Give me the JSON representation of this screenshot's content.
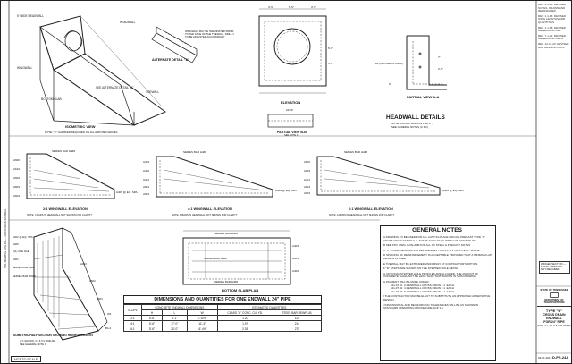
{
  "isometric": {
    "label": "ISOMETRIC VIEW",
    "note": "NOTE: \"C\" CHAMFER REQUIRED ON ALL EXPOSED EDGES",
    "callouts": [
      "5' WIDE HEADWALL",
      "WINGWALL",
      "BOTTOM SLAB",
      "SEE ALTERNATE DETAIL \"A\"",
      "TOEWALL",
      "HEADWALL"
    ]
  },
  "alt_detail": {
    "label": "ALTERNATE DETAIL \"A\"",
    "note": "WINGWALL MAY BE TERMINATED PRIOR TO THE FACE OF THE TOEWALL, DRILL 1 TO BE ADJUSTED ACCORDINGLY"
  },
  "elevation": {
    "label": "ELEVATION",
    "dims": [
      "3'-6\"",
      "5'-6\"",
      "3'-6\"",
      "6'-0\"",
      "3'-0\"",
      "24\" Ø"
    ]
  },
  "partial_view_b": {
    "label": "PARTIAL VIEW B-B",
    "sub": "SEE NOTE 3"
  },
  "partial_view_a": {
    "label": "PARTIAL VIEW A-A",
    "callouts": [
      "#4 (CENTER IN WALL)",
      "7\"",
      "2'-6\"",
      "6\""
    ]
  },
  "headwall_details": {
    "title": "HEADWALL DETAILS",
    "lines": [
      "NOTE: INSTALL BARS AS PER 6\" - ",
      "SEE GENERAL NOTES (C & F)"
    ]
  },
  "wingwalls": [
    {
      "label": "2:1 WINGWALL ELEVATION",
      "note": "NOTE: 4 BARS IN HEADWALL NOT SHOWN FOR CLARITY",
      "bars": [
        "A600",
        "A610",
        "A602",
        "A603",
        "A604"
      ],
      "series": "SERIES BAR H4##",
      "spa": "A405 @ EQ. SPA."
    },
    {
      "label": "4:1 WINGWALL ELEVATION",
      "note": "NOTE: A-BARS IN HEADWALL NOT SHOWN FOR CLARITY",
      "bars": [
        "A403",
        "A402",
        "A401",
        "A604",
        "A603"
      ],
      "series": "SERIES BAR H4##",
      "spa": "A406 @ EQ. SPA."
    },
    {
      "label": "6:1 WINGWALL ELEVATION",
      "note": "NOTE: A-BARS IN HEADWALL NOT SHOWN FOR CLARITY",
      "bars": [
        "A602",
        "A603",
        "A401",
        "A604",
        "A603"
      ],
      "series": "SERIES BAR H4##",
      "spa": "A406 @ EQ. SPA."
    }
  ],
  "bottom_slab": {
    "label": "BOTTOM SLAB PLAN",
    "callouts": [
      "SERIES BAR H4##",
      "SERIES BAR H4##",
      "SERIES BAR H4##",
      "A403",
      "A401",
      "A402"
    ]
  },
  "iso_half": {
    "label": "ISOMETRIC HALF-SECTION SHOWING REINFORCEMENT",
    "sub1": "(2:1 SHOWN, 4:1 & 6:1 SIMILAR)",
    "sub2": "SEE GENERAL NOTE G",
    "callouts": [
      "A402 @ EQ. SPA.",
      "A405",
      "A(1) 3GE 4GE",
      "A401",
      "SERIES BAR A4##",
      "SERIES BAR W4##",
      "A403",
      "A602",
      "A604",
      "W4",
      "B4-4"
    ]
  },
  "quantities": {
    "title": "DIMENSIONS AND QUANTITIES FOR ONE ENDWALL 24\" PIPE",
    "dims_header": "CONCRETE ENDWALL DIMENSIONS",
    "est_header": "ESTIMATED QUANTITIES",
    "columns": [
      "SLOPE",
      "H",
      "L",
      "W",
      "CLASS \"A\" CONC. CU. YD.",
      "STEEL BAR REINF. LB."
    ],
    "rows": [
      [
        "2:1",
        "5'-6\"",
        "9'-1\"",
        "6'-10½\"",
        "1.20",
        "124"
      ],
      [
        "4:1",
        "5'-6\"",
        "17'-0\"",
        "11'-4\"",
        "1.97",
        "214"
      ],
      [
        "6:1",
        "5'-6\"",
        "25'-0\"",
        "16'-4½\"",
        "2.35",
        "275"
      ]
    ]
  },
  "not_to_scale": "NOT TO SCALE",
  "general_notes": {
    "title": "GENERAL NOTES",
    "items": [
      "A  DRAWING TO BE USED FOR ALL CAST-IN-PLACE AND ALL PRECAST TYPE \"U\" CROSS DRAIN ENDWALLS. TOE PLACED AT MY WIDTH ON CENTERLINE.",
      "B  SEE STD. DWG. D-PE-24B FOR ALL OF STEEL & PRECAST NOTES",
      "C  \"1\" IN BAR DESIGNATION REFERENCES TO A 2:1, 4:1 OR 6:1 ETC. SLOPE.",
      "D  SPLICING OF REINFORCEMENT IS ACCEPTABLE PROVIDED THAT A MINIMUM LAP LENGTH IS USED.",
      "E  TOEWALL MAY BE EXTENDED UNIFORMLY AT CONTRACTOR'S OPTION.",
      "F  \"D\" STEPS ARE SHOWN ON THE STEPPED HOLE DETAIL.",
      "G  OPTIONAL STEPPED HOLE PROFILES ARE ALLOWED. THE AMOUNT OF CONCRETE SHALL NOT BE LESS THAN THAT SHOWN IN THIS DRAWING.",
      "H  PAYMENT WILL BE MADE UNDER:",
      "I  THE CONTRACTOR MAY BE ELECT TO SUBSTITUTE AN APPROVED ALTERNATIVE DESIGN.",
      "J  DIMENSIONAL AND REINFORCING TOLERANCES WILL BE AS SHOWN IN STANDARD OPERATING PROCEDURE SOP 1-1."
    ],
    "pay_items": [
      [
        "611-07.01",
        "2:1 ENDWALL CROSS DRAIN 1:1",
        "EACH"
      ],
      [
        "611-07.02",
        "4:1 ENDWALL CROSS DRAIN 1:1",
        "EACH"
      ],
      [
        "611-07.03",
        "6:1 ENDWALL CROSS DRAIN 1:1",
        "EACH"
      ]
    ]
  },
  "revisions": [
    "REV. 4-1-15: REVISED NOTES, DRAWN AND REDESIGNED",
    "REV. 1-1-16: REVISED WING LENGTHS AND QUANTITIES",
    "REV. 1-1-18: REVISED GENERAL NOTES",
    "REV. 7-1-21: REVISED GENERAL NOTES B",
    "REV. 12-31-23: REVISED BAR DESIGNATIONS"
  ],
  "legend_note": "WINGED SECTION — THESE APPROVAL NOT REQUIRED",
  "title_block": {
    "state": "STATE OF TENNESSEE",
    "dept": "DEPARTMENT OF TRANSPORTATION",
    "title1": "TYPE \"U\"",
    "title2": "CROSS DRAIN ENDWALL",
    "title3": "FOR 24\" PIPE",
    "title4": "(FOR 2:1, 4:1 & 6:1 SLOPES)",
    "date": "03-01-2013",
    "dwg": "D-PE-24A"
  },
  "side_strip": "STD. DRAWING D-PE-24A — CROSS DRAIN ENDWALL"
}
